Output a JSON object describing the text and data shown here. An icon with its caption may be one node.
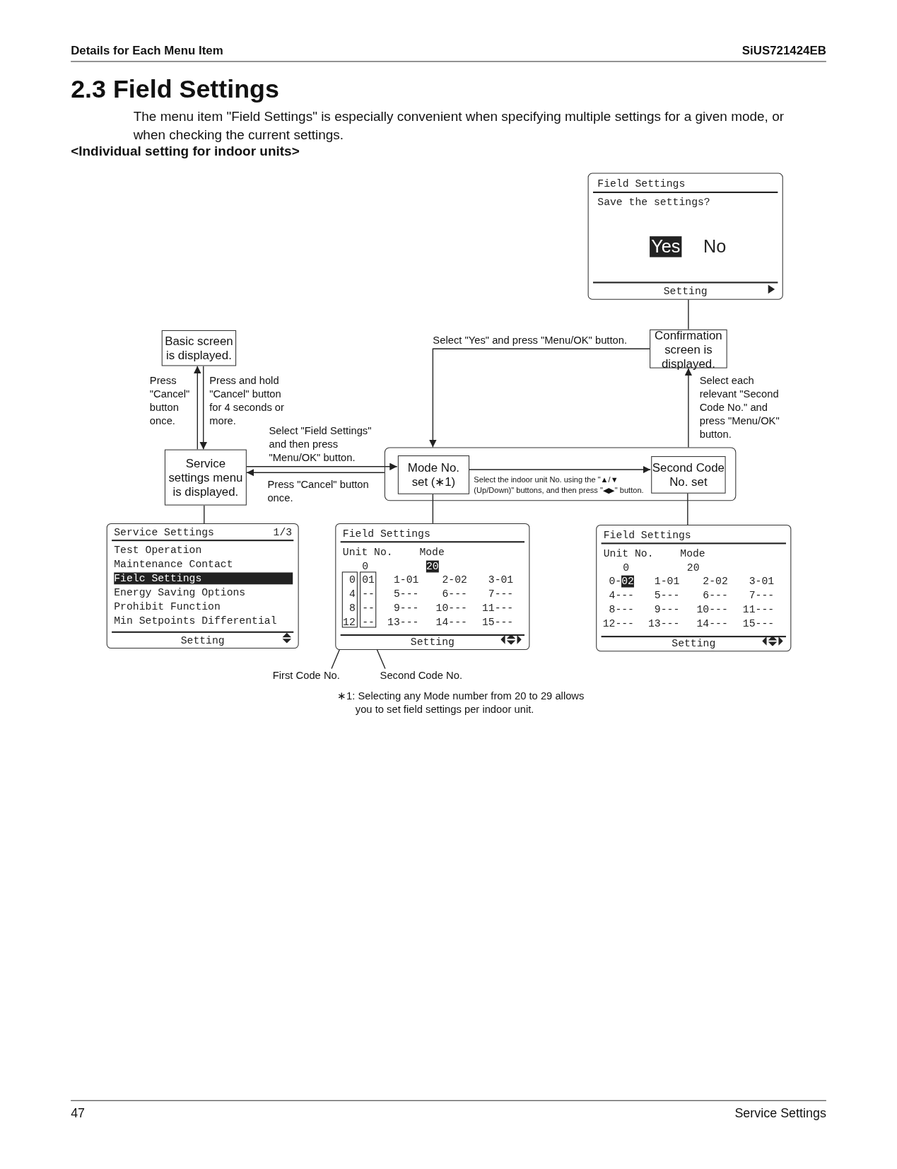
{
  "diagram": {
    "title": "2.3 Field Settings",
    "nodes": [
      {
        "text": [
          "Field Settings",
          "Save the settings?",
          "Yes",
          "No",
          "Setting"
        ]
      },
      {
        "text": [
          "Basic screen is displayed."
        ]
      },
      {
        "text": [
          "Confirmation screen is displayed."
        ]
      },
      {
        "text": [
          "Service settings menu is displayed."
        ]
      },
      {
        "text": [],
        "shape": "box"
      },
      {
        "text": [
          "Mode No. set (∗1)"
        ],
        "in": 4
      },
      {
        "text": [
          "Second Code No. set"
        ],
        "in": 4
      },
      {
        "text": [
          "Service Settings",
          "1/3",
          "Test Operation",
          "Maintenance Contact",
          "Fielc Settings",
          "Energy Saving Options",
          "Prohibit Function",
          "Min Setpoints Differential",
          "Setting"
        ]
      },
      {
        "text": [
          "Field Settings",
          "Unit No.",
          "Mode",
          "0",
          "20",
          "1-01",
          "2-02",
          "3-01",
          "5---",
          "6---",
          "7---",
          "9---",
          "10---",
          "11---",
          "13---",
          "14---",
          "15---",
          "Setting"
        ]
      },
      {
        "text": [
          "0",
          "4",
          "8",
          "12"
        ],
        "in": 8
      },
      {
        "text": [
          "01",
          "--",
          "--",
          "--"
        ],
        "in": 8
      },
      {
        "text": [
          "Field Settings",
          "Unit No.",
          "Mode",
          "0",
          "20",
          "0-02",
          "1-01",
          "2-02",
          "3-01",
          "4---",
          "5---",
          "6---",
          "7---",
          "8---",
          "9---",
          "10---",
          "11---",
          "12---",
          "13---",
          "14---",
          "15---",
          "Setting"
        ]
      },
      {
        "text": [
          "First Code No."
        ]
      },
      {
        "text": [
          "Second Code No."
        ]
      }
    ],
    "edges": [
      {
        "from": 1,
        "to": 3,
        "arrow": "to",
        "label": "Press and hold \"Cancel\" button for 4 seconds or more."
      },
      {
        "from": 3,
        "to": 1,
        "arrow": "to",
        "label": "Press \"Cancel\" button once."
      },
      {
        "from": 3,
        "to": 5,
        "arrow": "to",
        "label": "Select \"Field Settings\" and then press \"Menu/OK\" button."
      },
      {
        "from": 4,
        "to": 3,
        "arrow": "to",
        "label": "Press \"Cancel\" button once."
      },
      {
        "from": 5,
        "to": 6,
        "arrow": "to",
        "label": "Select the indoor unit No. using the \"▲/▼ (Up/Down)\" buttons, and then press \"◀▶\" button."
      },
      {
        "from": 4,
        "to": 2,
        "arrow": "to",
        "label": "Select each relevant \"Second Code No.\" and press \"Menu/OK\" button."
      },
      {
        "from": 2,
        "to": 4,
        "arrow": "to",
        "label": "Select \"Yes\" and press \"Menu/OK\" button."
      },
      {
        "from": 0,
        "to": 2,
        "arrow": "none"
      },
      {
        "from": 3,
        "to": 7,
        "arrow": "none"
      },
      {
        "from": 5,
        "to": 8,
        "arrow": "none"
      },
      {
        "from": 6,
        "to": 11,
        "arrow": "none"
      },
      {
        "from": 12,
        "to": 9,
        "arrow": "none"
      },
      {
        "from": 13,
        "to": 10,
        "arrow": "none"
      }
    ],
    "labels": [
      "Details for Each Menu Item",
      "SiUS721424EB",
      "The menu item \"Field Settings\" is especially convenient when specifying multiple settings for a given mode, or when checking the current settings.",
      "<Individual setting for indoor units>",
      "∗1: Selecting any Mode number from 20 to 29 allows you to set field settings per indoor unit.",
      "47",
      "Service Settings"
    ]
  }
}
